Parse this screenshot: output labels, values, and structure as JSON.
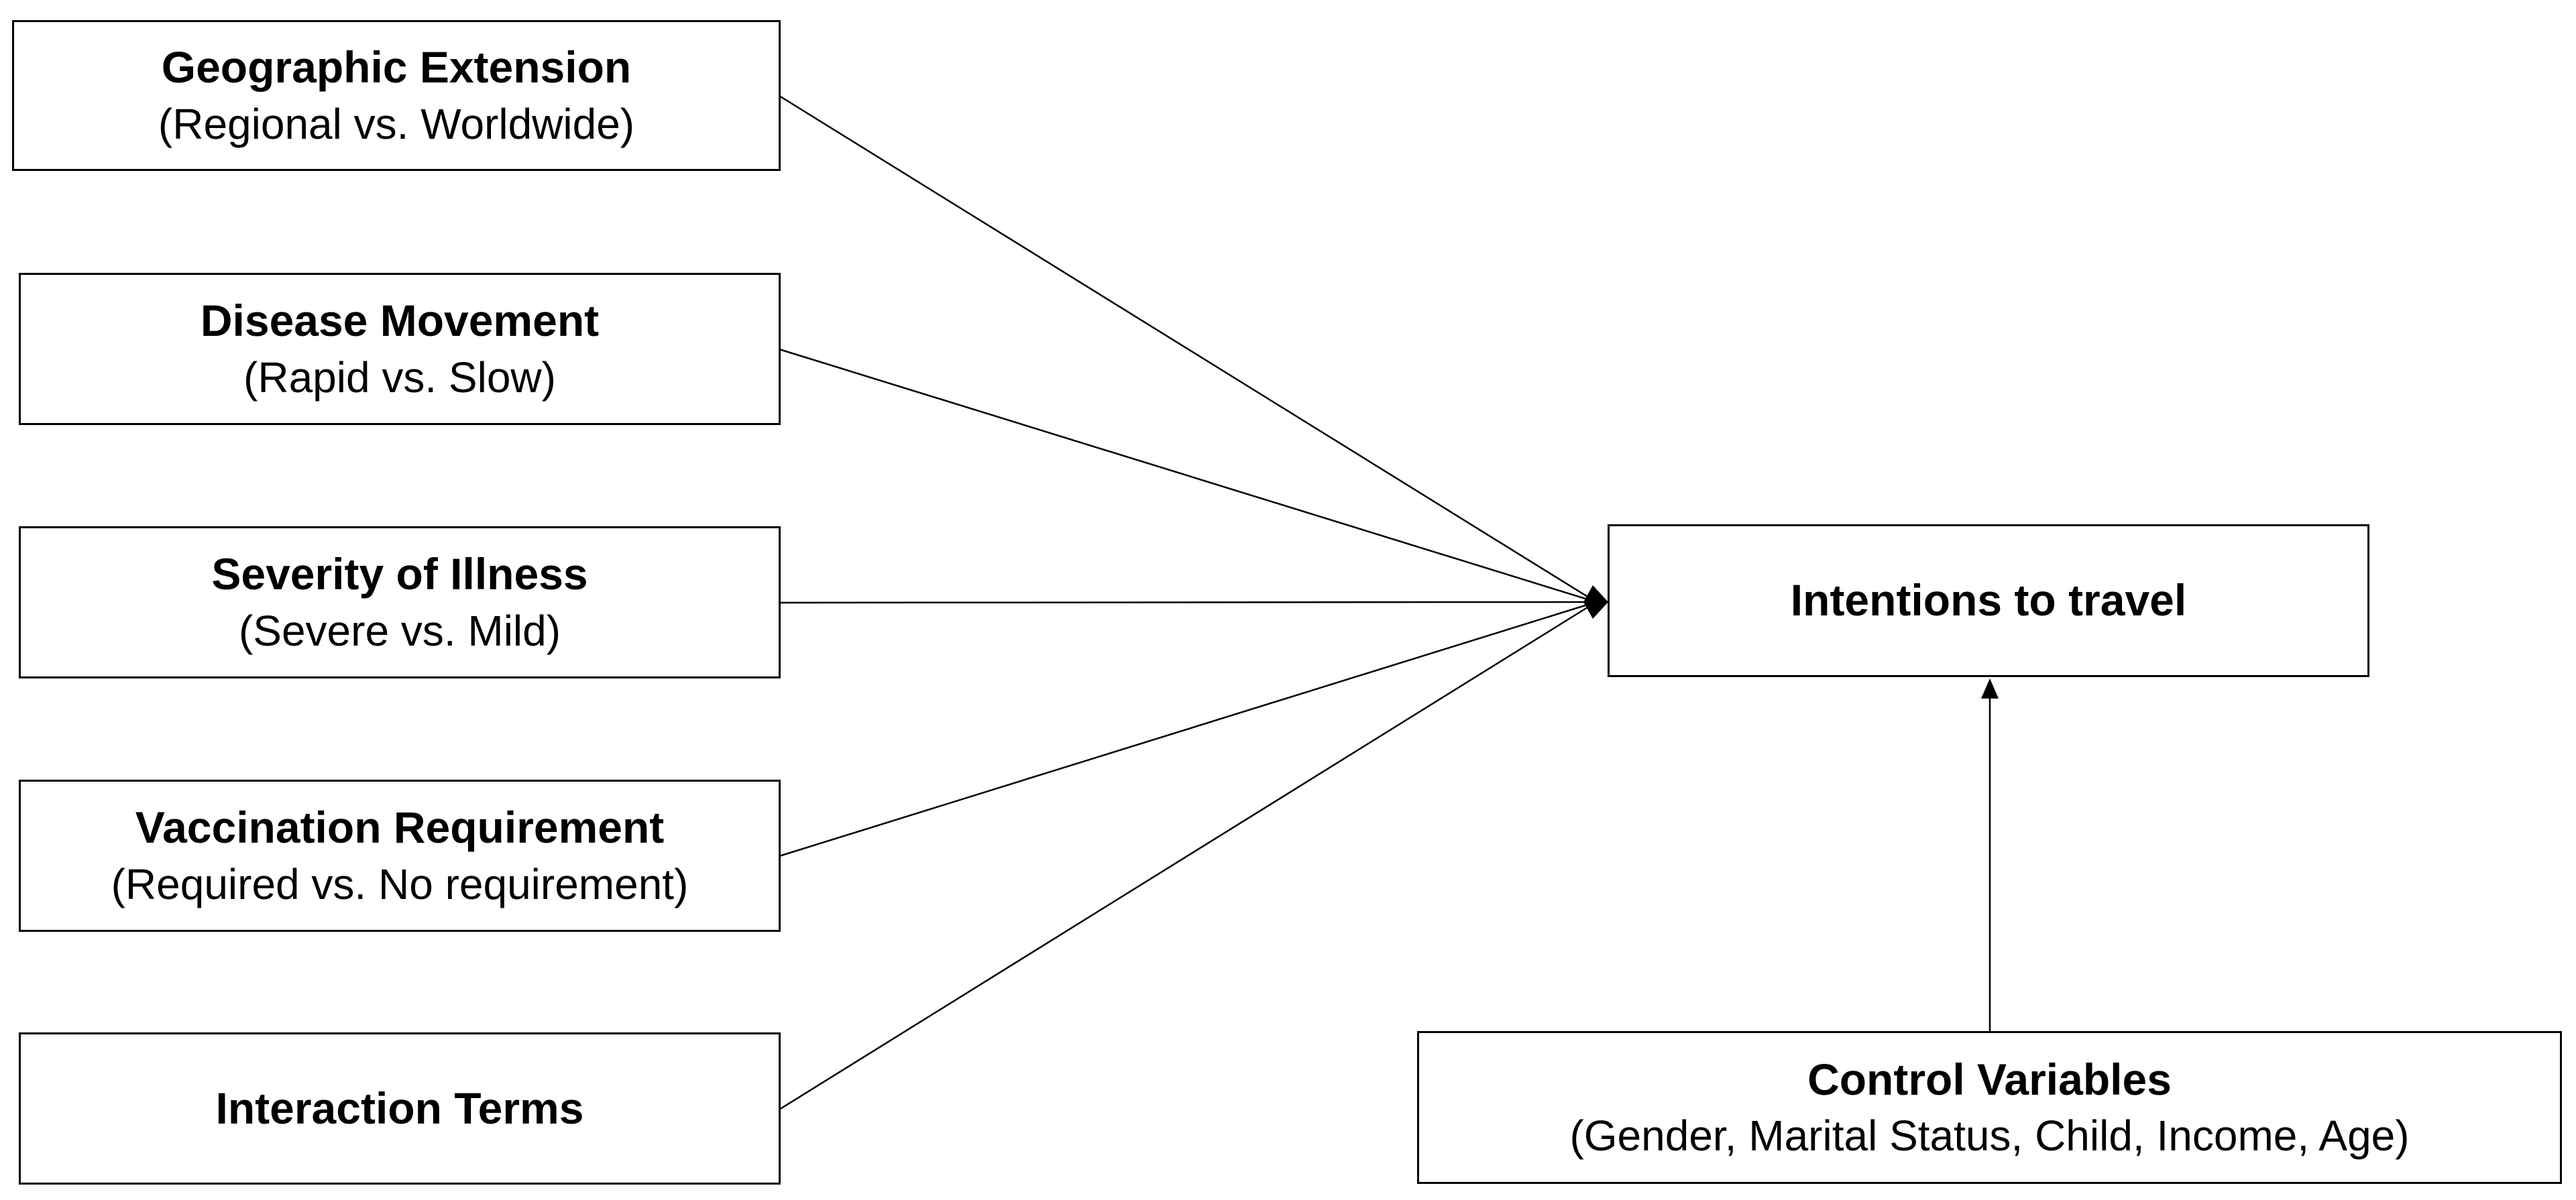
{
  "predictors": [
    {
      "title": "Geographic Extension",
      "subtitle": "(Regional vs. Worldwide)"
    },
    {
      "title": "Disease Movement",
      "subtitle": "(Rapid vs. Slow)"
    },
    {
      "title": "Severity of Illness",
      "subtitle": "(Severe vs. Mild)"
    },
    {
      "title": "Vaccination Requirement",
      "subtitle": "(Required vs. No requirement)"
    },
    {
      "title": "Interaction Terms",
      "subtitle": ""
    }
  ],
  "outcome": {
    "title": "Intentions to travel"
  },
  "controls": {
    "title": "Control Variables",
    "subtitle": "(Gender, Marital Status, Child, Income, Age)"
  },
  "colors": {
    "stroke": "#000000",
    "background": "#ffffff"
  }
}
